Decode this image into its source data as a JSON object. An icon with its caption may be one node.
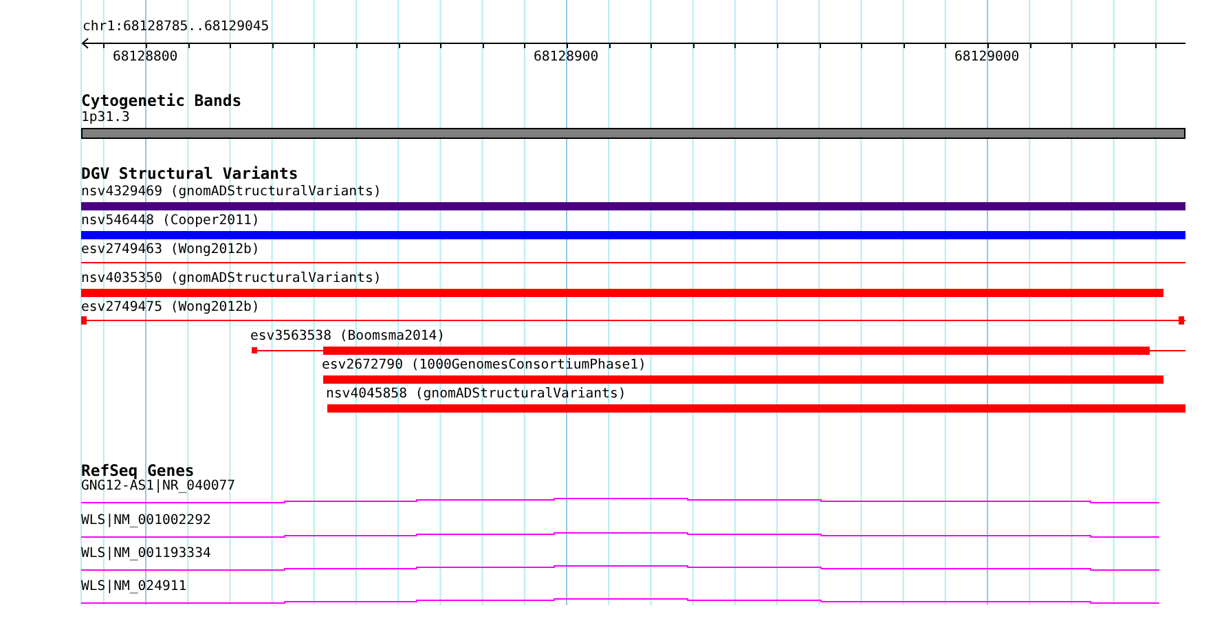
{
  "diagram": {
    "nodes": [
      {
        "text": [
          "1p31.3"
        ]
      },
      {
        "text": [
          "nsv4329469 (gnomADStructuralVariants)"
        ]
      },
      {
        "text": [
          "nsv546448 (Cooper2011)"
        ]
      },
      {
        "text": [
          "esv2749463 (Wong2012b)"
        ]
      },
      {
        "text": [
          "nsv4035350 (gnomADStructuralVariants)"
        ]
      },
      {
        "text": [
          "esv2749475 (Wong2012b)"
        ]
      },
      {
        "text": [
          "esv3563538 (Boomsma2014)"
        ]
      },
      {
        "text": [
          "esv2672790 (1000GenomesConsortiumPhase1)"
        ]
      },
      {
        "text": [
          "nsv4045858 (gnomADStructuralVariants)"
        ]
      },
      {
        "text": [
          "GNG12-AS1|NR_040077"
        ]
      },
      {
        "text": [
          "WLS|NM_001002292"
        ]
      },
      {
        "text": [
          "WLS|NM_001193334"
        ]
      },
      {
        "text": [
          "WLS|NM_024911"
        ]
      }
    ],
    "labels": [
      "chr1:68128785..68129045",
      "68128800",
      "68128900",
      "68129000",
      "Cytogenetic Bands",
      "DGV Structural Variants",
      "RefSeq Genes"
    ]
  }
}
